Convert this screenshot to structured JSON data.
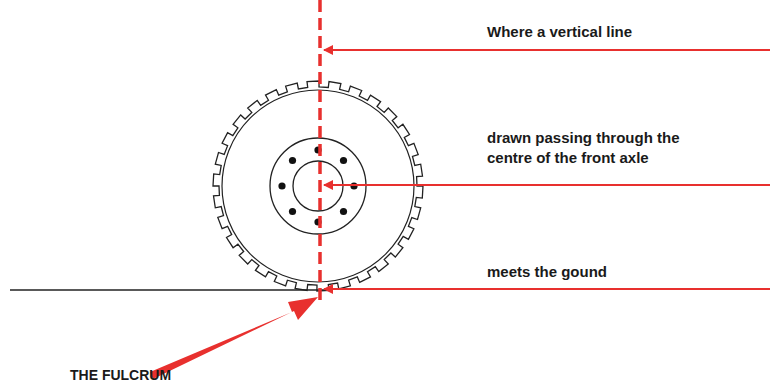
{
  "diagram": {
    "labels": [
      "Where a vertical line",
      "drawn passing through the centre of the front axle",
      "meets the gound",
      "THE FULCRUM"
    ]
  }
}
